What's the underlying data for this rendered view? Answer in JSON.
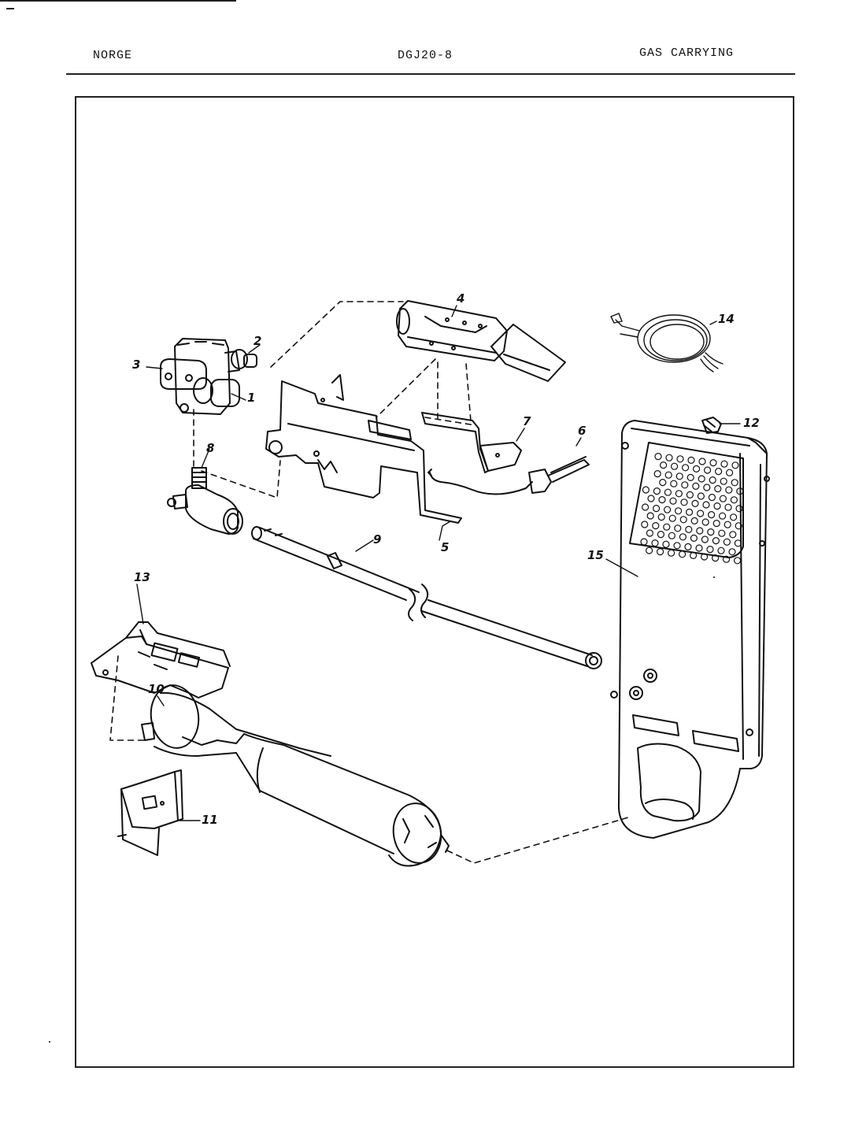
{
  "header": {
    "brand": "NORGE",
    "model": "DGJ20-8",
    "section": "GAS CARRYING"
  },
  "callouts": {
    "c1": "1",
    "c2": "2",
    "c3": "3",
    "c4": "4",
    "c5": "5",
    "c6": "6",
    "c7": "7",
    "c8": "8",
    "c9": "9",
    "c10": "10",
    "c11": "11",
    "c12": "12",
    "c13": "13",
    "c14": "14",
    "c15": "15"
  },
  "colors": {
    "ink": "#111111",
    "paper": "#ffffff"
  }
}
